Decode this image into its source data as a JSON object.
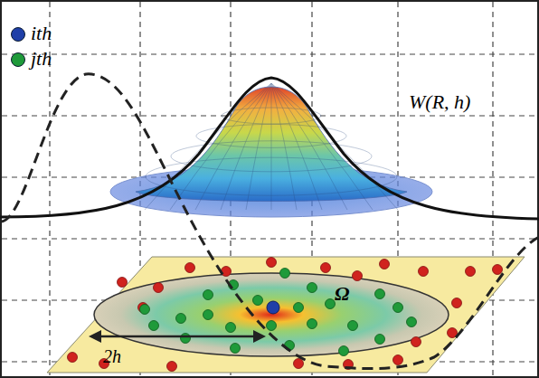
{
  "diagram": {
    "labels": [
      "W(R, h)",
      "Ω",
      "2h"
    ],
    "legend": [
      {
        "text": "ith",
        "color": "#1f3fa8"
      },
      {
        "text": "jth",
        "color": "#1f9a3a"
      }
    ]
  }
}
